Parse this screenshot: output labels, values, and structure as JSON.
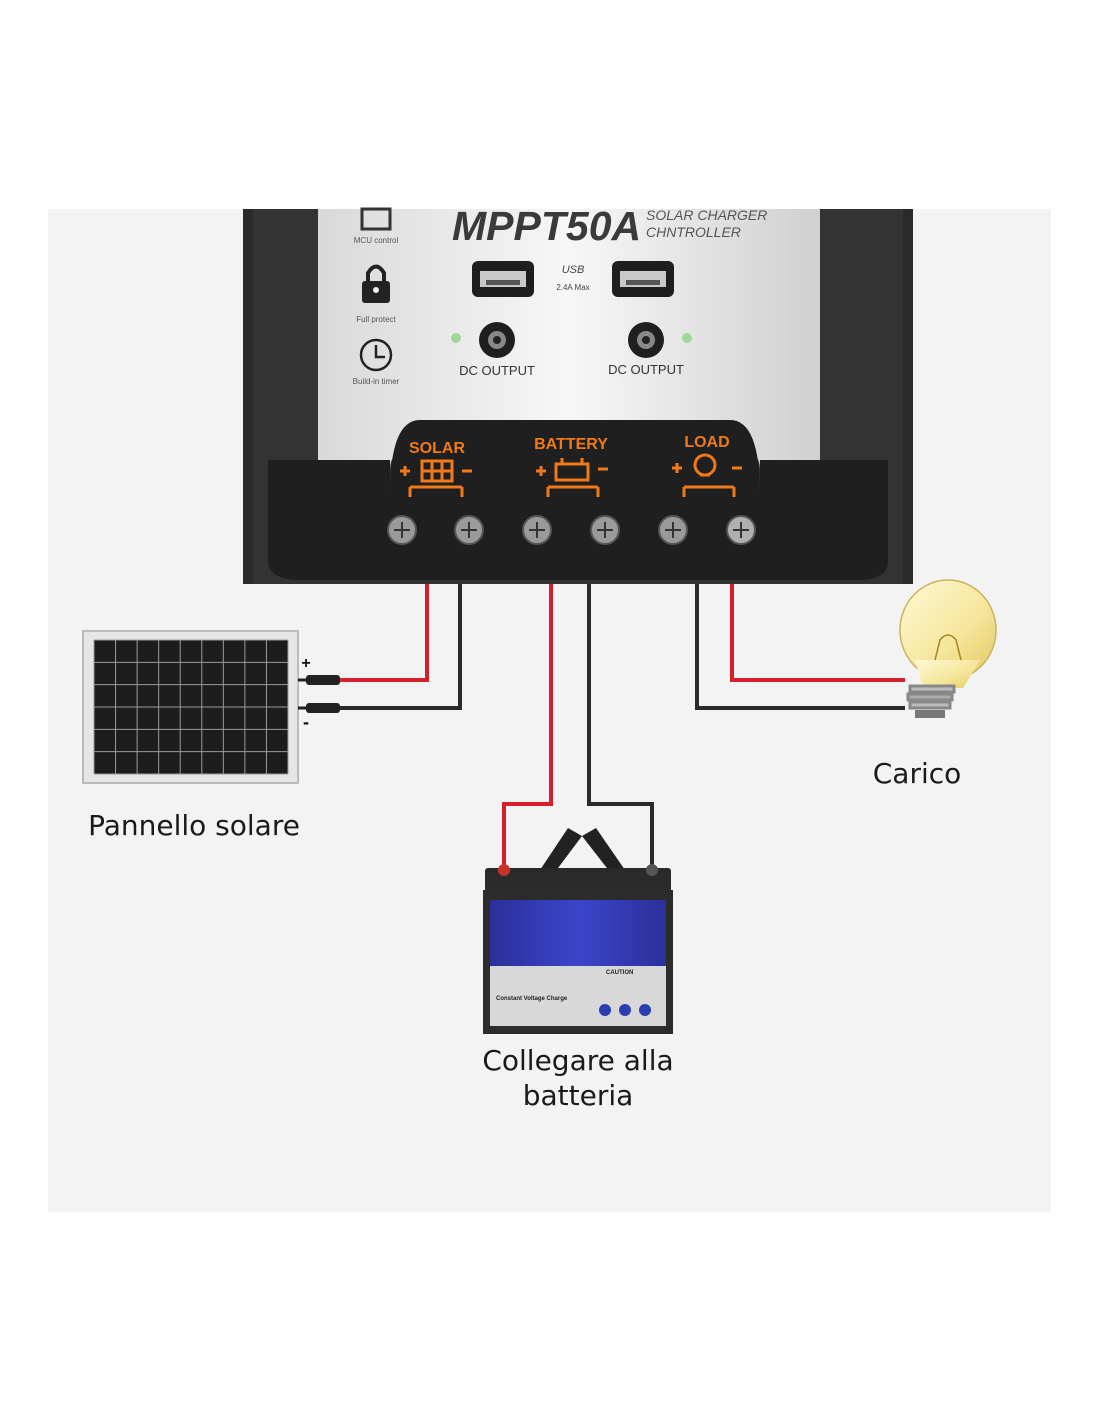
{
  "controller": {
    "model": "MPPT50A",
    "subtitle_line1": "SOLAR CHARGER",
    "subtitle_line2": "CHNTROLLER",
    "features": [
      "MCU control",
      "Full protect",
      "Build-in timer"
    ],
    "usb_label": "USB",
    "usb_rating": "2.4A Max",
    "dc_output_left": "DC OUTPUT",
    "dc_output_right": "DC OUTPUT",
    "terminals": {
      "solar": "SOLAR",
      "battery": "BATTERY",
      "load": "LOAD"
    },
    "accent_color": "#f07a1a"
  },
  "solar_panel": {
    "label": "Pannello solare",
    "plus": "+",
    "minus": "-"
  },
  "battery": {
    "label_line1": "Collegare alla",
    "label_line2": "batteria",
    "sticker_title": "Constant Voltage Charge",
    "caution": "CAUTION"
  },
  "load": {
    "label": "Carico"
  },
  "wire_colors": {
    "positive": "#d4202a",
    "negative": "#2a2a2a"
  }
}
